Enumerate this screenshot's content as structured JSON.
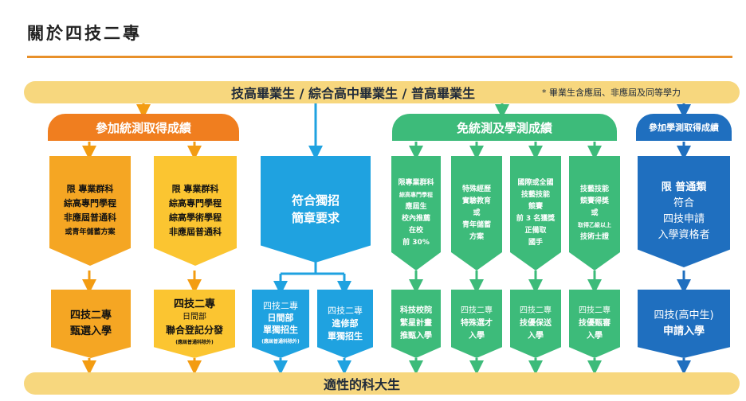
{
  "page_title": "關於四技二專",
  "top_bar": {
    "title": "技高畢業生 / 綜合高中畢業生 / 普高畢業生",
    "note": "* 畢業生含應屆、非應屆及同等學力"
  },
  "bottom_bar": {
    "title": "適性的科大生"
  },
  "groups": {
    "exam": "參加統測取得成績",
    "no_exam": "免統測及學測成績",
    "gsat": "參加學測取得成績"
  },
  "req": [
    {
      "lines": [
        "限 專業群科",
        "綜高專門學程",
        "非應屆普通科",
        "或青年儲蓄方案"
      ]
    },
    {
      "lines": [
        "限 專業群科",
        "綜高專門學程",
        "綜高學術學程",
        "非應屆普通科"
      ]
    },
    {
      "lines": [
        "符合獨招",
        "簡章要求"
      ]
    },
    {
      "lines": [
        "限專業群科",
        "綜高專門學程",
        "應屆生",
        "校內推薦",
        "在校",
        "前 30%"
      ]
    },
    {
      "lines": [
        "特殊經歷",
        "實驗教育",
        "或",
        "青年儲蓄",
        "方案"
      ]
    },
    {
      "lines": [
        "國際或全國",
        "技藝技能",
        "競賽",
        "前 3 名獲獎",
        "正備取",
        "國手"
      ]
    },
    {
      "lines": [
        "技藝技能",
        "競賽得獎",
        "或",
        "取得乙級以上",
        "技術士證"
      ]
    },
    {
      "lines": [
        "限  普通類",
        "符合",
        "四技申請",
        "入學資格者"
      ]
    }
  ],
  "out": [
    {
      "lines": [
        "四技二專",
        "甄選入學"
      ]
    },
    {
      "lines": [
        "四技二專",
        "日間部",
        "聯合登記分發",
        "(應屆普通科除外)"
      ]
    },
    {
      "lines": [
        "四技二專",
        "日間部",
        "單獨招生",
        "(應屆普通科除外)"
      ]
    },
    {
      "lines": [
        "四技二專",
        "進修部",
        "單獨招生"
      ]
    },
    {
      "lines": [
        "科技校院",
        "繁星計畫",
        "推甄入學"
      ]
    },
    {
      "lines": [
        "四技二專",
        "特殊選才",
        "入學"
      ]
    },
    {
      "lines": [
        "四技二專",
        "技優保送",
        "入學"
      ]
    },
    {
      "lines": [
        "四技二專",
        "技優甄審",
        "入學"
      ]
    },
    {
      "lines": [
        "四技(高中生)",
        "申請入學"
      ]
    }
  ],
  "colors": {
    "orange": "#f5a623",
    "orange_dark": "#f07e1f",
    "yellow": "#fbc531",
    "blue": "#1fa2e0",
    "green": "#3dbb7a",
    "navy": "#1f6fbf",
    "bar": "#f7d77e",
    "rule": "#e8902a"
  }
}
